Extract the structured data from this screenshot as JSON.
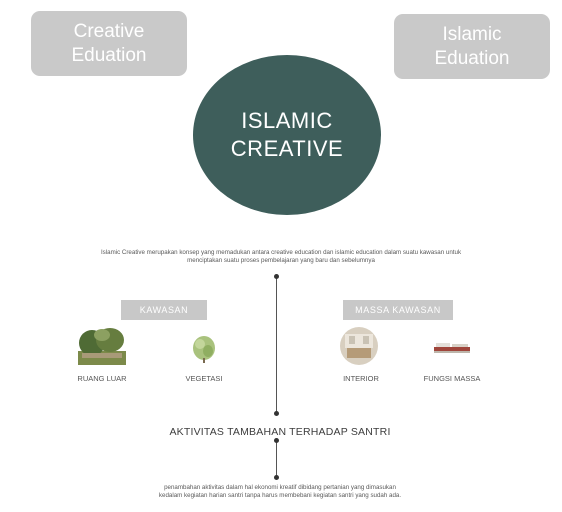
{
  "top_boxes": {
    "left": {
      "line1": "Creative",
      "line2": "Eduation"
    },
    "right": {
      "line1": "Islamic",
      "line2": "Eduation"
    }
  },
  "center_circle": {
    "line1": "ISLAMIC",
    "line2": "CREATIVE"
  },
  "intro_text": {
    "line1": "Islamic Creative merupakan konsep yang memadukan antara creative education dan islamic education dalam suatu kawasan untuk",
    "line2": "menciptakan suatu proses pembelajaran yang baru dan sebelumnya"
  },
  "kawasan": {
    "label": "KAWASAN",
    "items": [
      {
        "caption": "RUANG LUAR"
      },
      {
        "caption": "VEGETASI"
      }
    ]
  },
  "massa_kawasan": {
    "label": "MASSA KAWASAN",
    "items": [
      {
        "caption": "INTERIOR"
      },
      {
        "caption": "FUNGSI MASSA"
      }
    ]
  },
  "aktivitas": "AKTIVITAS TAMBAHAN TERHADAP SANTRI",
  "footer_text": {
    "line1": "penambahan aktivitas dalam hal ekonomi kreatif dibidang pertanian yang dimasukan",
    "line2": "kedalam kegiatan harian santri tanpa harus membebani kegiatan santri yang sudah ada."
  },
  "colors": {
    "circle": "#3e5e5b",
    "box": "#c9c9c9",
    "label_box": "#c8c8c8"
  }
}
